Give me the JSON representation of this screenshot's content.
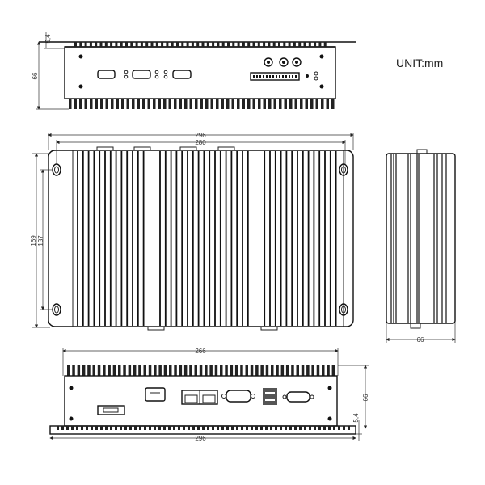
{
  "unit_label": "UNIT:mm",
  "rear_view": {
    "height": "66",
    "flange": "5,4"
  },
  "top_view": {
    "overall_width": "296",
    "hole_spacing_x": "280",
    "overall_depth": "169",
    "hole_spacing_y": "137"
  },
  "side_view": {
    "width": "66"
  },
  "front_view": {
    "body_width": "266",
    "overall_width": "296",
    "height": "66",
    "flange": "5,4"
  }
}
